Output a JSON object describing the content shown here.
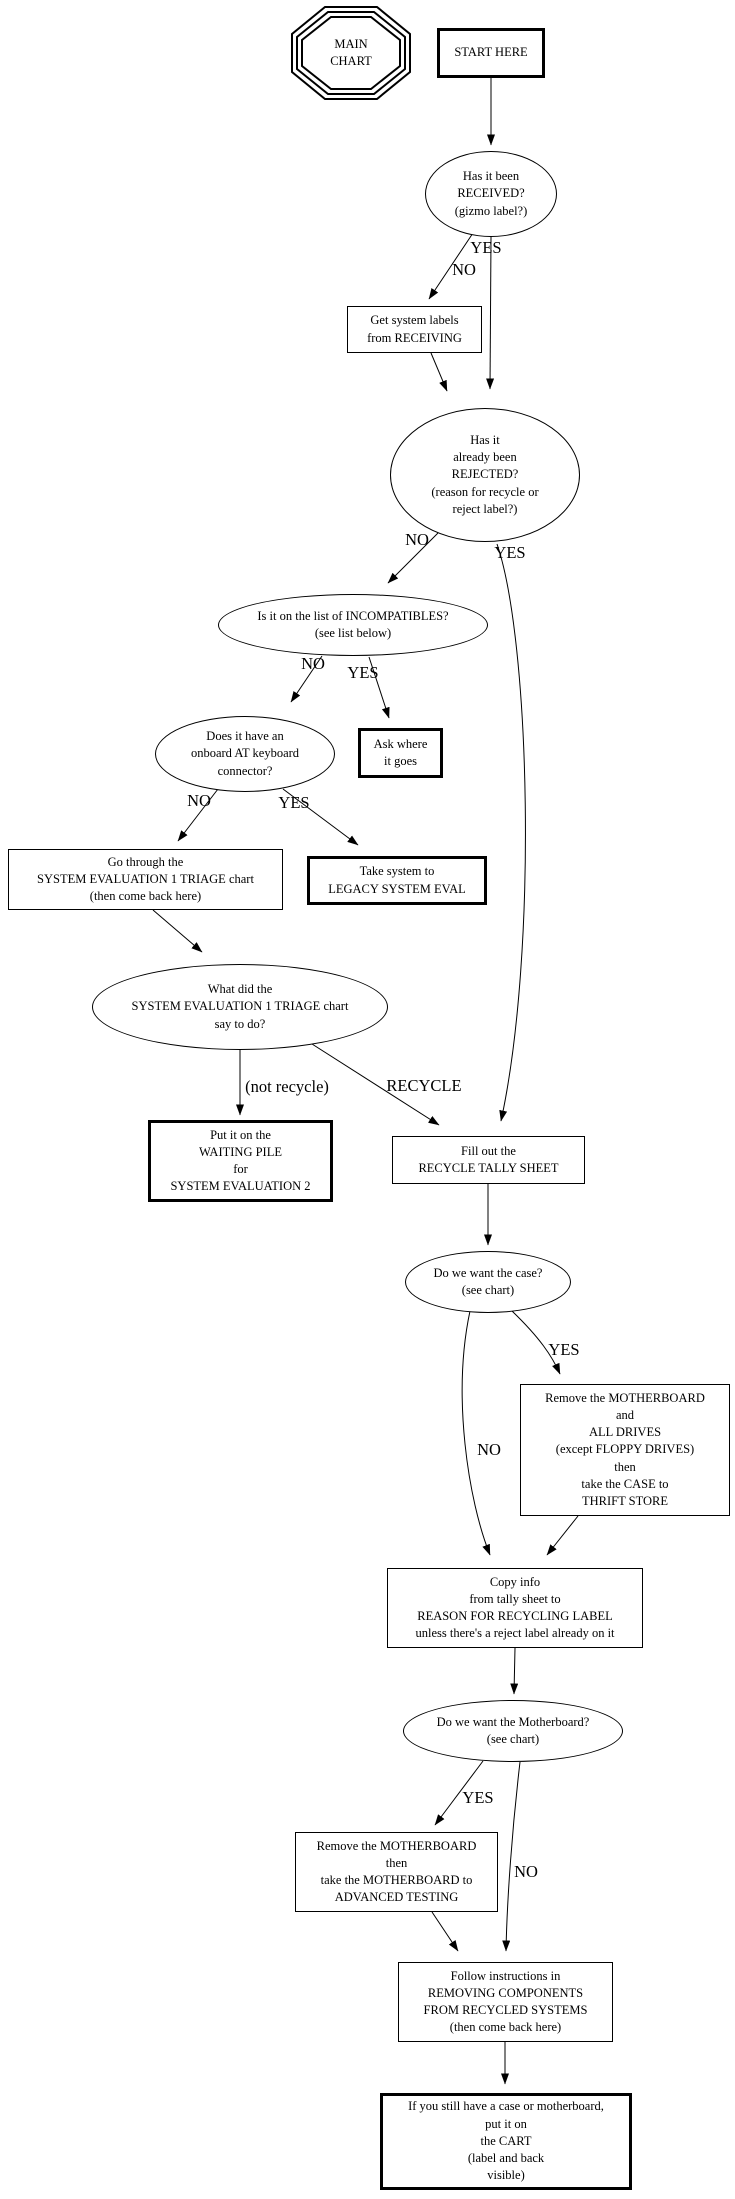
{
  "colors": {
    "ink": "#000000",
    "background": "#ffffff"
  },
  "nodes": {
    "main_chart": {
      "lines": [
        "MAIN",
        "CHART"
      ]
    },
    "start": {
      "lines": [
        "START HERE"
      ]
    },
    "received": {
      "lines": [
        "Has it been",
        "RECEIVED?",
        "(gizmo label?)"
      ]
    },
    "get_labels": {
      "lines": [
        "Get system labels",
        "from RECEIVING"
      ]
    },
    "rejected": {
      "lines": [
        "Has it",
        "already been",
        "REJECTED?",
        "(reason for recycle or",
        "reject label?)"
      ]
    },
    "incompatibles": {
      "lines": [
        "Is it on the list of INCOMPATIBLES?",
        "(see list below)"
      ]
    },
    "at_keyboard": {
      "lines": [
        "Does it have an",
        "onboard AT keyboard",
        "connector?"
      ]
    },
    "ask_where": {
      "lines": [
        "Ask where",
        "it goes"
      ]
    },
    "go_through": {
      "lines": [
        "Go through the",
        "SYSTEM EVALUATION 1 TRIAGE chart",
        "(then come back here)"
      ]
    },
    "legacy_eval": {
      "lines": [
        "Take system to",
        "LEGACY SYSTEM EVAL"
      ]
    },
    "what_did": {
      "lines": [
        "What did the",
        "SYSTEM EVALUATION 1 TRIAGE chart",
        "say to do?"
      ]
    },
    "waiting_pile": {
      "lines": [
        "Put it on the",
        "WAITING PILE",
        "for",
        "SYSTEM EVALUATION 2"
      ]
    },
    "fill_out": {
      "lines": [
        "Fill out the",
        "RECYCLE TALLY SHEET"
      ]
    },
    "want_case": {
      "lines": [
        "Do we want the case?",
        "(see chart)"
      ]
    },
    "remove_case_parts": {
      "lines": [
        "Remove the MOTHERBOARD",
        "and",
        "ALL DRIVES",
        "(except FLOPPY DRIVES)",
        "then",
        "take the CASE to",
        "THRIFT STORE"
      ]
    },
    "copy_info": {
      "lines": [
        "Copy info",
        "from tally sheet to",
        "REASON FOR RECYCLING LABEL",
        "unless there's a reject label already on it"
      ]
    },
    "want_motherboard": {
      "lines": [
        "Do we want the Motherboard?",
        "(see chart)"
      ]
    },
    "remove_motherboard": {
      "lines": [
        "Remove the MOTHERBOARD",
        "then",
        "take the MOTHERBOARD to",
        "ADVANCED TESTING"
      ]
    },
    "follow_instructions": {
      "lines": [
        "Follow instructions in",
        "REMOVING COMPONENTS",
        "FROM RECYCLED SYSTEMS",
        "(then come back here)"
      ]
    },
    "cart": {
      "lines": [
        "If you still have a case or motherboard,",
        "put it on",
        "the CART",
        "(label and back",
        "visible)"
      ]
    }
  },
  "edge_labels": {
    "received_yes": "YES",
    "received_no": "NO",
    "rejected_no": "NO",
    "rejected_yes": "YES",
    "incompatibles_no": "NO",
    "incompatibles_yes": "YES",
    "at_keyboard_no": "NO",
    "at_keyboard_yes": "YES",
    "what_did_not_recycle": "(not recycle)",
    "what_did_recycle": "RECYCLE",
    "want_case_yes": "YES",
    "want_case_no": "NO",
    "want_motherboard_yes": "YES",
    "want_motherboard_no": "NO"
  }
}
